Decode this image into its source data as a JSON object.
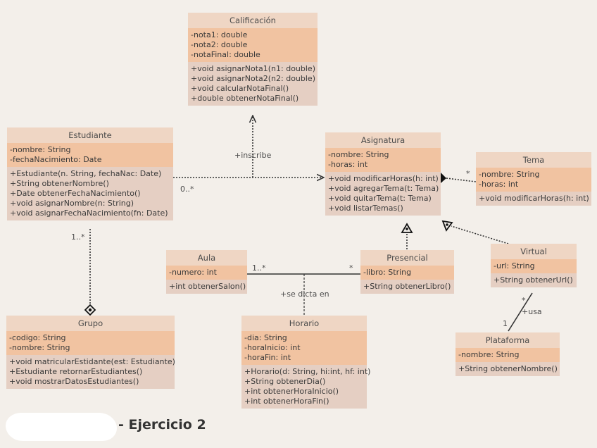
{
  "classes": {
    "calificacion": {
      "name": "Calificación",
      "attributes": [
        "-nota1: double",
        "-nota2: double",
        "-notaFinal: double"
      ],
      "operations": [
        "+void asignarNota1(n1: double)",
        "+void asignarNota2(n2: double)",
        "+void calcularNotaFinal()",
        "+double obtenerNotaFinal()"
      ]
    },
    "estudiante": {
      "name": "Estudiante",
      "attributes": [
        "-nombre: String",
        "-fechaNacimiento: Date"
      ],
      "operations": [
        "+Estudiante(n. String, fechaNac: Date)",
        "+String obtenerNombre()",
        "+Date obtenerFechaNacimiento()",
        "+void asignarNombre(n: String)",
        "+void asignarFechaNacimiento(fn: Date)"
      ]
    },
    "asignatura": {
      "name": "Asignatura",
      "attributes": [
        "-nombre: String",
        "-horas: int"
      ],
      "operations": [
        "+void modificarHoras(h: int)",
        "+void agregarTema(t: Tema)",
        "+void quitarTema(t: Tema)",
        "+void listarTemas()"
      ]
    },
    "tema": {
      "name": "Tema",
      "attributes": [
        "-nombre: String",
        "-horas: int"
      ],
      "operations": [
        "+void modificarHoras(h: int)"
      ]
    },
    "aula": {
      "name": "Aula",
      "attributes": [
        "-numero: int"
      ],
      "operations": [
        "+int obtenerSalon()"
      ]
    },
    "presencial": {
      "name": "Presencial",
      "attributes": [
        "-libro: String"
      ],
      "operations": [
        "+String obtenerLibro()"
      ]
    },
    "virtual": {
      "name": "Virtual",
      "attributes": [
        "-url: String"
      ],
      "operations": [
        "+String obtenerUrl()"
      ]
    },
    "grupo": {
      "name": "Grupo",
      "attributes": [
        "-codigo: String",
        "-nombre: String"
      ],
      "operations": [
        "+void matricularEstidante(est: Estudiante)",
        "+Estudiante retornarEstudiantes()",
        "+void mostrarDatosEstudiantes()"
      ]
    },
    "horario": {
      "name": "Horario",
      "attributes": [
        "-dia: String",
        "-horaInicio: int",
        "-horaFin: int"
      ],
      "operations": [
        "+Horario(d: String, hi:int, hf: int)",
        "+String obtenerDia()",
        "+int obtenerHoraInicio()",
        "+int obtenerHoraFin()"
      ]
    },
    "plataforma": {
      "name": "Plataforma",
      "attributes": [
        "-nombre: String"
      ],
      "operations": [
        "+String obtenerNombre()"
      ]
    }
  },
  "labels": {
    "inscribe": "+inscribe",
    "mult_estudiante_asignatura": "0..*",
    "mult_asignatura_tema": "*",
    "mult_estudiante_grupo": "1..*",
    "mult_aula": "1..*",
    "mult_presencial": "*",
    "se_dicta_en": "+se dicta en",
    "usa": "+usa",
    "mult_virtual_star": "*",
    "mult_plataforma_one": "1"
  },
  "footer": {
    "title": "- Ejercicio 2"
  },
  "colors": {
    "background": "#f3efea",
    "header": "#efd6c4",
    "attributes": "#f1c3a1",
    "operations": "#e5cfc3",
    "line": "#333333"
  }
}
